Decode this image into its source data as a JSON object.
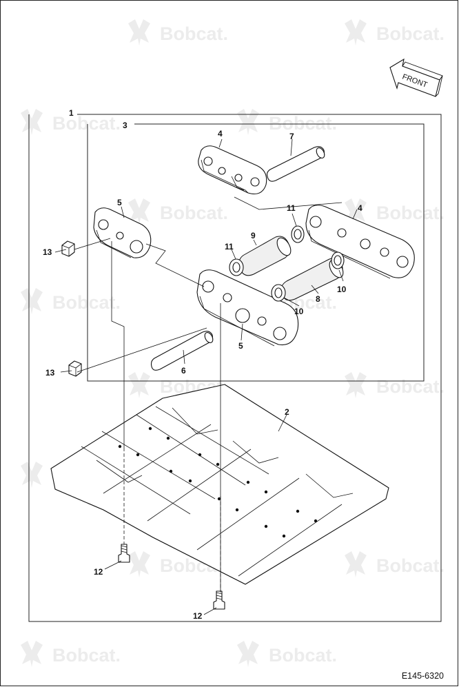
{
  "watermark": {
    "brand": "Bobcat."
  },
  "direction_label": "FRONT",
  "drawing_code": "E145-6320",
  "callouts": [
    "1",
    "2",
    "3",
    "4",
    "4",
    "5",
    "5",
    "6",
    "7",
    "8",
    "9",
    "10",
    "10",
    "11",
    "11",
    "12",
    "12",
    "13",
    "13"
  ]
}
